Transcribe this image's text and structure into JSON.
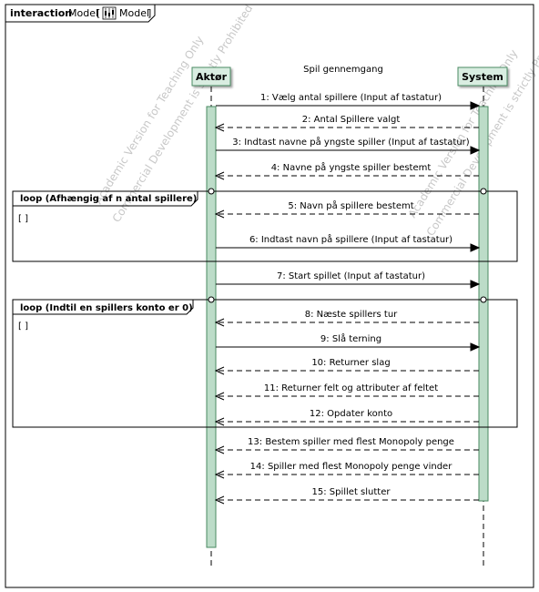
{
  "frame": {
    "keyword": "interaction",
    "name_prefix": "Model",
    "name_suffix": "Model",
    "icon": "interaction-diagram-icon"
  },
  "diagram_title": "Spil gennemgang",
  "lifelines": [
    {
      "id": "actor",
      "name": "Aktør"
    },
    {
      "id": "system",
      "name": "System"
    }
  ],
  "messages": [
    {
      "label": "1: Vælg antal spillere (Input af tastatur)",
      "from": "actor",
      "to": "system",
      "kind": "sync"
    },
    {
      "label": "2: Antal Spillere valgt",
      "from": "system",
      "to": "actor",
      "kind": "reply"
    },
    {
      "label": "3: Indtast navne på yngste spiller (Input af tastatur)",
      "from": "actor",
      "to": "system",
      "kind": "sync"
    },
    {
      "label": "4: Navne på yngste spiller bestemt",
      "from": "system",
      "to": "actor",
      "kind": "reply"
    },
    {
      "label": "5: Navn på spillere bestemt",
      "from": "system",
      "to": "actor",
      "kind": "reply"
    },
    {
      "label": "6: Indtast navn på spillere (Input af tastatur)",
      "from": "actor",
      "to": "system",
      "kind": "sync"
    },
    {
      "label": "7: Start spillet (Input af tastatur)",
      "from": "actor",
      "to": "system",
      "kind": "sync"
    },
    {
      "label": "8: Næste spillers tur",
      "from": "system",
      "to": "actor",
      "kind": "reply"
    },
    {
      "label": "9: Slå terning",
      "from": "actor",
      "to": "system",
      "kind": "sync"
    },
    {
      "label": "10: Returner slag",
      "from": "system",
      "to": "actor",
      "kind": "reply"
    },
    {
      "label": "11: Returner felt og attributer af feltet",
      "from": "system",
      "to": "actor",
      "kind": "reply"
    },
    {
      "label": "12: Opdater konto",
      "from": "system",
      "to": "actor",
      "kind": "reply"
    },
    {
      "label": "13: Bestem spiller med flest Monopoly penge",
      "from": "system",
      "to": "actor",
      "kind": "reply"
    },
    {
      "label": "14: Spiller med flest Monopoly penge vinder",
      "from": "system",
      "to": "actor",
      "kind": "reply"
    },
    {
      "label": "15: Spillet slutter",
      "from": "system",
      "to": "actor",
      "kind": "reply"
    }
  ],
  "fragments": [
    {
      "operator": "loop",
      "title": "loop (Afhængig af n antal spillere)",
      "guard": "[ ]"
    },
    {
      "operator": "loop",
      "title": "loop (Indtil en spillers konto er 0)",
      "guard": "[ ]"
    }
  ],
  "watermarks": [
    "Academic Version for Teaching Only",
    "Commercial Development is strictly Prohibited"
  ],
  "colors": {
    "lifeline_fill": "#d9ede1",
    "lifeline_stroke": "#4a8a62",
    "activation_fill": "#bcdcc8",
    "line": "#000000",
    "watermark": "#c8c8c8"
  }
}
